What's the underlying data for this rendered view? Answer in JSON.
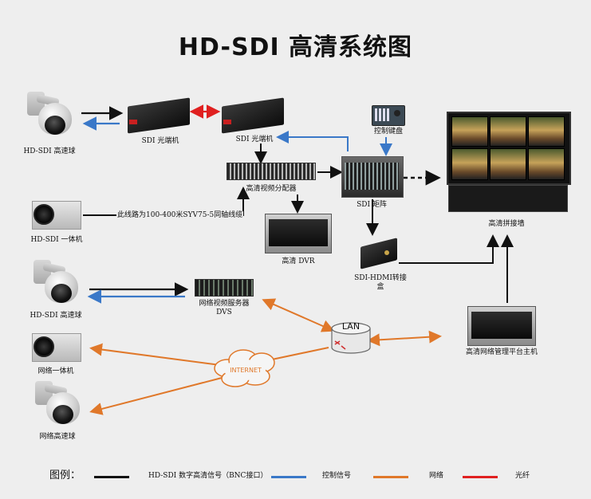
{
  "title": "HD-SDI 高清系统图",
  "colors": {
    "sdi_signal": "#111111",
    "control_signal": "#3a78c8",
    "network": "#e0782a",
    "fiber": "#e02020"
  },
  "labels": {
    "hdsdi_dome_1": "HD-SDI 高速球",
    "sdi_fiber_tx": "SDI 光端机",
    "sdi_fiber_rx": "SDI 光端机",
    "control_keyboard": "控制键盘",
    "hd_distributor": "高清视频分配器",
    "sdi_matrix": "SDI 矩阵",
    "video_wall": "高清拼接墙",
    "hdsdi_integrated": "HD-SDI 一体机",
    "coax_note": "此线路为100-400米SYV75-5同轴线缆",
    "hd_dvr": "高清 DVR",
    "sdi_hdmi_box": "SDI-HDMI转接盒",
    "hdsdi_dome_2": "HD-SDI 高速球",
    "dvs_line1": "网络视频服务器",
    "dvs_line2": "DVS",
    "lan": "LAN",
    "net_integrated": "网络一体机",
    "internet": "INTERNET",
    "platform_host": "高清网络管理平台主机",
    "net_dome": "网络高速球"
  },
  "legend": {
    "title": "图例：",
    "items": [
      {
        "label": "HD-SDI 数字高清信号（BNC接口）",
        "color": "#111111"
      },
      {
        "label": "控制信号",
        "color": "#3a78c8"
      },
      {
        "label": "网络",
        "color": "#e0782a"
      },
      {
        "label": "光纤",
        "color": "#e02020"
      }
    ]
  }
}
